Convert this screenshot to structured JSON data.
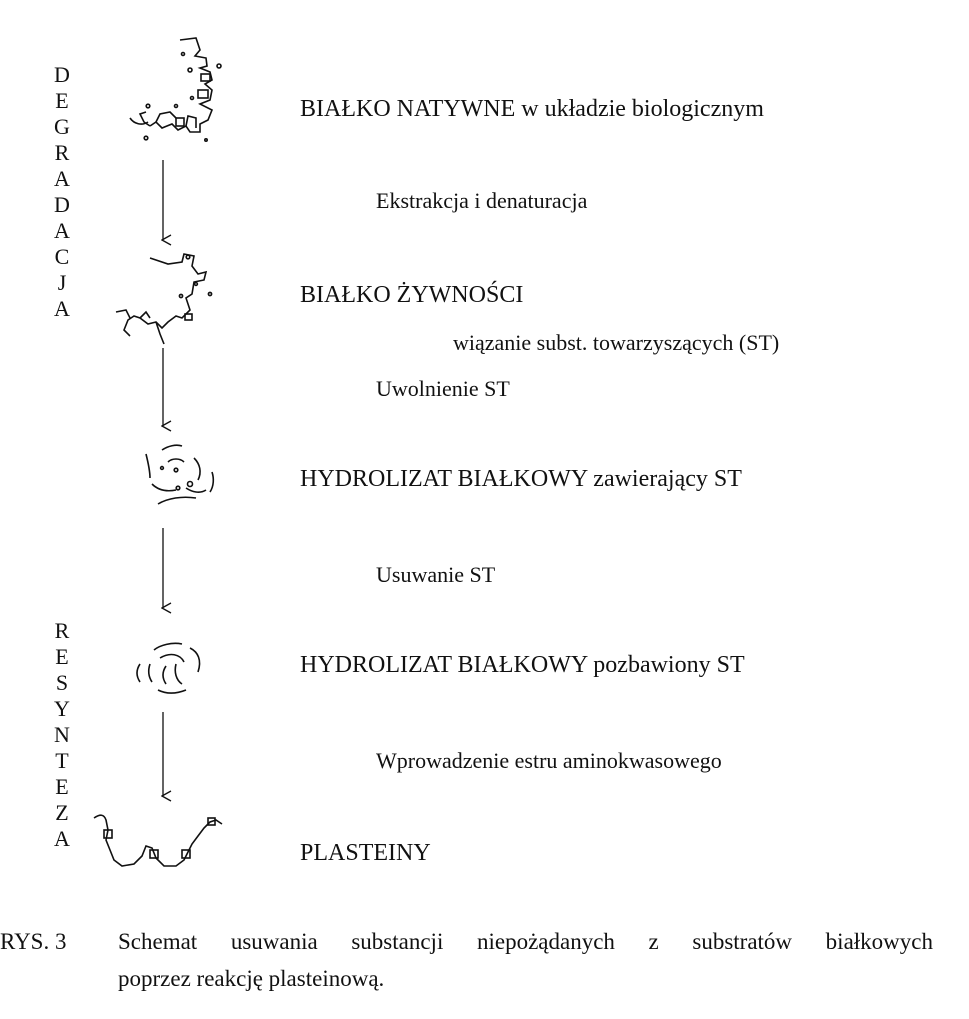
{
  "left_words": {
    "degradation_letters": [
      "D",
      "E",
      "G",
      "R",
      "A",
      "D",
      "A",
      "C",
      "J",
      "A"
    ],
    "resynthesis_letters": [
      "R",
      "E",
      "S",
      "Y",
      "N",
      "T",
      "E",
      "Z",
      "A"
    ]
  },
  "stages": [
    {
      "id": "native",
      "label": "BIAŁKO  NATYWNE  w układzie biologicznym"
    },
    {
      "id": "food",
      "label": "BIAŁKO  ŻYWNOŚCI"
    },
    {
      "id": "hydrolysate-st",
      "label": "HYDROLIZAT  BIAŁKOWY  zawierający  ST"
    },
    {
      "id": "hydrolysate-nost",
      "label": "HYDROLIZAT  BIAŁKOWY  pozbawiony ST"
    },
    {
      "id": "plasteins",
      "label": "PLASTEINY"
    }
  ],
  "steps": [
    {
      "id": "extraction",
      "label": "Ekstrakcja i denaturacja"
    },
    {
      "id": "binding",
      "label": "wiązanie subst. towarzyszących (ST)"
    },
    {
      "id": "release",
      "label": "Uwolnienie ST"
    },
    {
      "id": "removal",
      "label": "Usuwanie ST"
    },
    {
      "id": "ester",
      "label": "Wprowadzenie estru aminokwasowego"
    }
  ],
  "caption": {
    "prefix": "RYS.  3",
    "line1": "Schemat  usuwania  substancji  niepożądanych  z  substratów  białkowych",
    "line2": "poprzez reakcję plasteinową."
  }
}
